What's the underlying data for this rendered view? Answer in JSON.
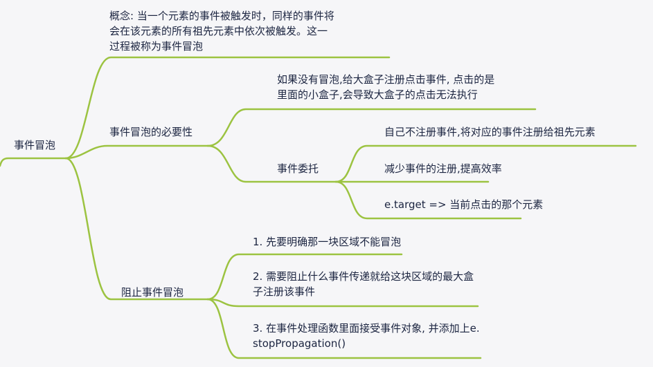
{
  "root": {
    "label": "事件冒泡"
  },
  "branches": {
    "concept": {
      "lines": [
        "概念: 当一个元素的事件被触发时，同样的事件将",
        "会在该元素的所有祖先元素中依次被触发。这一",
        "过程被称为事件冒泡"
      ]
    },
    "necessity": {
      "label": "事件冒泡的必要性",
      "without": {
        "lines": [
          "如果没有冒泡,给大盒子注册点击事件, 点击的是",
          "里面的小盒子,会导致大盒子的点击无法执行"
        ]
      },
      "delegation": {
        "label": "事件委托",
        "items": [
          "自己不注册事件,将对应的事件注册给祖先元素",
          "减少事件的注册,提高效率",
          "e.target => 当前点击的那个元素"
        ]
      }
    },
    "stop": {
      "label": "阻止事件冒泡",
      "steps": [
        {
          "lines": [
            "1. 先要明确那一块区域不能冒泡"
          ]
        },
        {
          "lines": [
            "2. 需要阻止什么事件传递就给这块区域的最大盒",
            "子注册该事件"
          ]
        },
        {
          "lines": [
            "3. 在事件处理函数里面接受事件对象, 并添加上e.",
            "stopPropagation()"
          ]
        }
      ]
    }
  },
  "colors": {
    "line": "#9cc341",
    "text": "#1b2440",
    "background": "#f6f6f8"
  }
}
